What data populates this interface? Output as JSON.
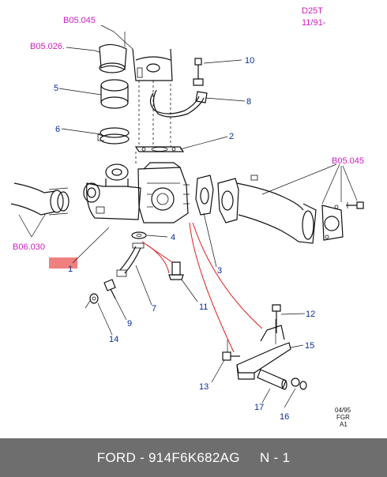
{
  "header": {
    "code": "D25T",
    "date": "11/91-"
  },
  "callouts": {
    "b05045_top": "B05.045",
    "b05026": "B05.026.",
    "b05045_right": "B05.045",
    "b06030": "B06.030",
    "n1": "1",
    "n2": "2",
    "n3": "3",
    "n4": "4",
    "n5": "5",
    "n6": "6",
    "n7": "7",
    "n8": "8",
    "n9": "9",
    "n10": "10",
    "n11": "11",
    "n12": "12",
    "n13": "13",
    "n14": "14",
    "n15": "15",
    "n16": "16",
    "n17": "17"
  },
  "stamp": {
    "line1": "04/95",
    "line2": "FGR",
    "line3": "A1"
  },
  "footer": {
    "part_number": "FORD - 914F6K682AG",
    "page": "N - 1"
  },
  "colors": {
    "callout_blue": "#0a2a9c",
    "callout_magenta": "#d11dbf",
    "highlight": "#f08080",
    "leader_red": "#e01a1a",
    "footer_bg": "#6e6e6e"
  }
}
